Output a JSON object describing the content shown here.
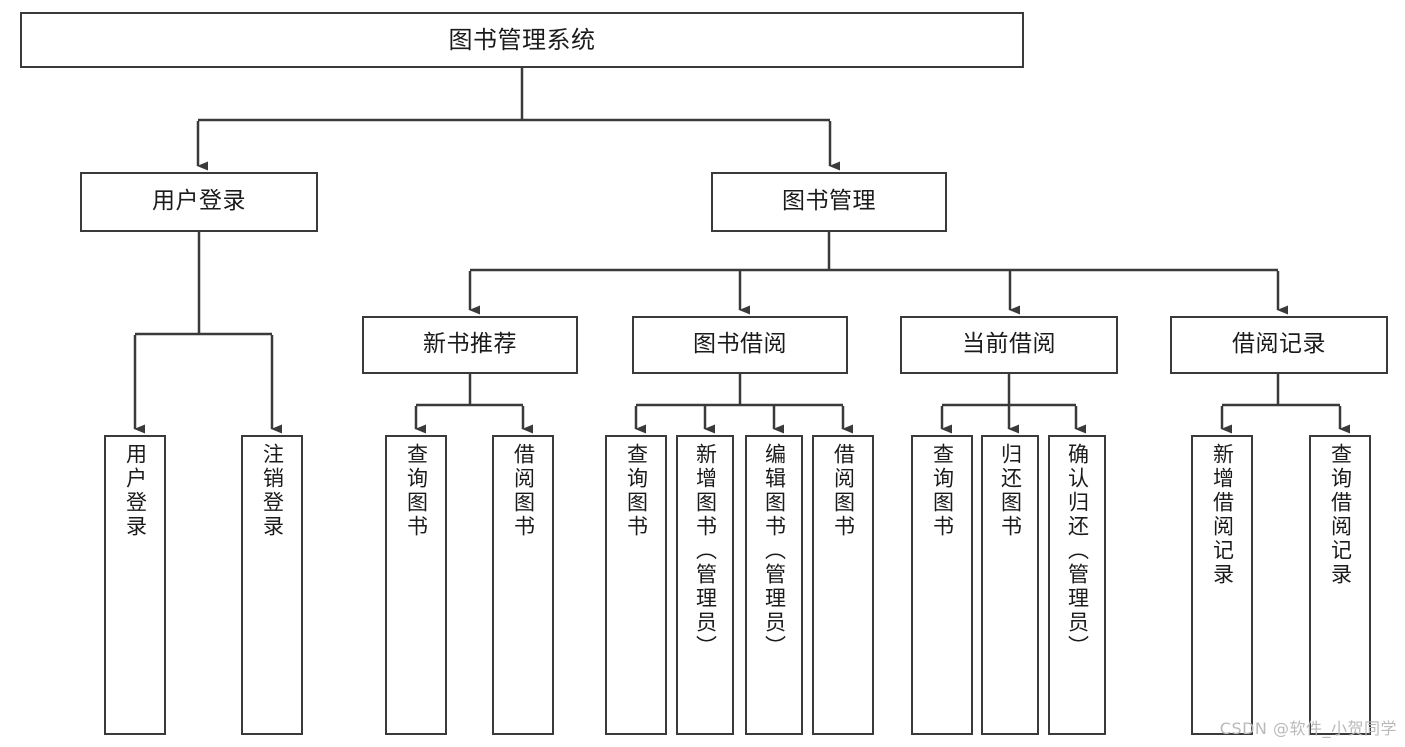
{
  "diagram": {
    "title": "图书管理系统",
    "type": "tree-hierarchy-chart",
    "colors": {
      "box_border": "#3a3a3a",
      "box_fill": "#ffffff",
      "connector": "#3a3a3a",
      "text": "#1b1b1b",
      "watermark": "#b9b9b9",
      "background": "#ffffff"
    },
    "root": {
      "label": "图书管理系统"
    },
    "level2": [
      {
        "label": "用户登录"
      },
      {
        "label": "图书管理"
      }
    ],
    "level3": [
      {
        "label": "新书推荐"
      },
      {
        "label": "图书借阅"
      },
      {
        "label": "当前借阅"
      },
      {
        "label": "借阅记录"
      }
    ],
    "leaves": {
      "user_login": [
        {
          "label": "用户登录"
        },
        {
          "label": "注销登录"
        }
      ],
      "new_book_recommend": [
        {
          "label": "查询图书"
        },
        {
          "label": "借阅图书"
        }
      ],
      "book_borrow": [
        {
          "label": "查询图书"
        },
        {
          "label": "新增图书（管理员）"
        },
        {
          "label": "编辑图书（管理员）"
        },
        {
          "label": "借阅图书"
        }
      ],
      "current_borrow": [
        {
          "label": "查询图书"
        },
        {
          "label": "归还图书"
        },
        {
          "label": "确认归还（管理员）"
        }
      ],
      "borrow_record": [
        {
          "label": "新增借阅记录"
        },
        {
          "label": "查询借阅记录"
        }
      ]
    }
  },
  "watermark": {
    "text": "CSDN @软件_小贺同学"
  }
}
